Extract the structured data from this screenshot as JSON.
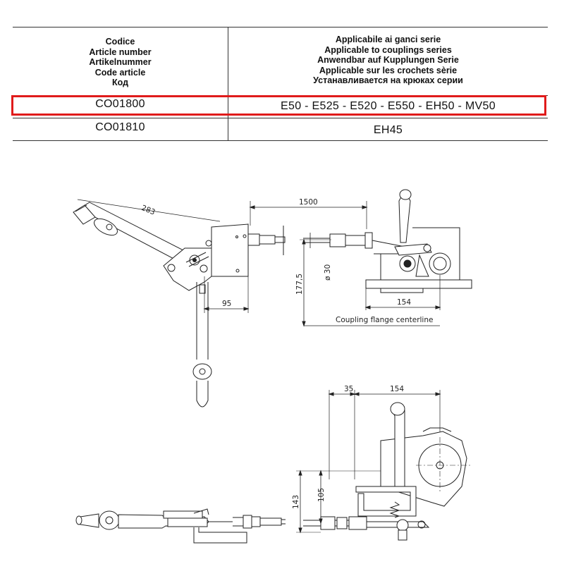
{
  "table": {
    "header": {
      "code": [
        "Codice",
        "Article number",
        "Artikelnummer",
        "Code article",
        "Код"
      ],
      "applicable": [
        "Applicabile ai ganci serie",
        "Applicable to couplings series",
        "Anwendbar auf Kupplungen Serie",
        "Applicable sur les crochets sèrie",
        "Устанавливается на крюках серии"
      ]
    },
    "rows": [
      {
        "code": "CO01800",
        "applicable": "E50 - E525 - E520 - E550 - EH50 - MV50",
        "highlighted": true
      },
      {
        "code": "CO01810",
        "applicable": "EH45",
        "highlighted": false
      }
    ],
    "highlight_color": "#e01b1b"
  },
  "drawing": {
    "dims": {
      "d283": "283",
      "d95": "95",
      "d1500": "1500",
      "d30": "ø 30",
      "d1775": "177,5",
      "d154a": "154",
      "d35": "35",
      "d154b": "154",
      "d105": "105",
      "d143": "143"
    },
    "centerline_label": "Coupling flange centerline"
  }
}
